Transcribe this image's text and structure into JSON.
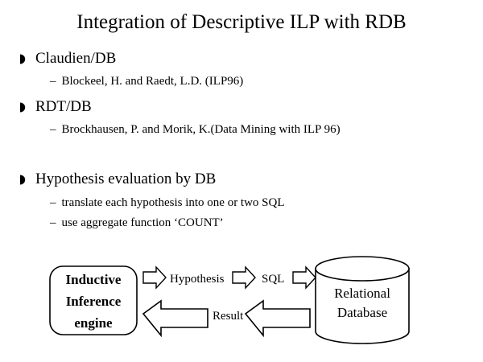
{
  "slide": {
    "title": "Integration of Descriptive ILP with RDB",
    "background_color": "#ffffff",
    "text_color": "#000000",
    "bullets": [
      {
        "marker": "half-disc-bullet-icon",
        "label": "Claudien/DB",
        "subitems": [
          {
            "dash": "–",
            "label": "Blockeel, H. and Raedt, L.D. (ILP96)"
          }
        ]
      },
      {
        "marker": "half-disc-bullet-icon",
        "label": "RDT/DB",
        "subitems": [
          {
            "dash": "–",
            "label": "Brockhausen, P. and Morik, K.(Data Mining with ILP 96)"
          }
        ]
      },
      {
        "marker": "half-disc-bullet-icon",
        "label": "Hypothesis evaluation by DB",
        "subitems": [
          {
            "dash": "–",
            "label": "translate each hypothesis into one or two SQL"
          },
          {
            "dash": "–",
            "label": "use aggregate function ‘COUNT’"
          }
        ]
      }
    ]
  },
  "diagram": {
    "engine_box": {
      "shape": "rounded-rectangle",
      "lines": [
        "Inductive",
        "Inference",
        "engine"
      ]
    },
    "database_cylinder": {
      "shape": "cylinder",
      "lines": [
        "Relational",
        "Database"
      ]
    },
    "flow_labels": {
      "hypothesis": "Hypothesis",
      "sql": "SQL",
      "result": "Result"
    },
    "arrows": [
      {
        "name": "arrow-engine-to-hypothesis",
        "direction": "right",
        "size": "small"
      },
      {
        "name": "arrow-hypothesis-to-sql",
        "direction": "right",
        "size": "small"
      },
      {
        "name": "arrow-sql-to-database",
        "direction": "right",
        "size": "small"
      },
      {
        "name": "arrow-result-to-engine",
        "direction": "left",
        "size": "large"
      },
      {
        "name": "arrow-database-to-result",
        "direction": "left",
        "size": "large"
      }
    ]
  }
}
